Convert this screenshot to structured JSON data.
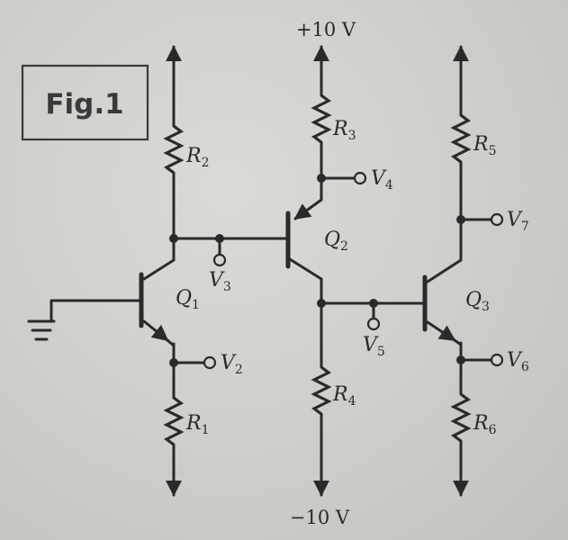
{
  "figure_label": "Fig.1",
  "supply": {
    "positive": "+10 V",
    "negative": "−10 V"
  },
  "resistors": [
    {
      "id": "R",
      "sub": "2"
    },
    {
      "id": "R",
      "sub": "3"
    },
    {
      "id": "R",
      "sub": "5"
    },
    {
      "id": "R",
      "sub": "1"
    },
    {
      "id": "R",
      "sub": "4"
    },
    {
      "id": "R",
      "sub": "6"
    }
  ],
  "transistors": [
    {
      "id": "Q",
      "sub": "1"
    },
    {
      "id": "Q",
      "sub": "2"
    },
    {
      "id": "Q",
      "sub": "3"
    }
  ],
  "nodes": [
    {
      "id": "V",
      "sub": "4"
    },
    {
      "id": "V",
      "sub": "7"
    },
    {
      "id": "V",
      "sub": "3"
    },
    {
      "id": "V",
      "sub": "2"
    },
    {
      "id": "V",
      "sub": "5"
    },
    {
      "id": "V",
      "sub": "6"
    }
  ]
}
